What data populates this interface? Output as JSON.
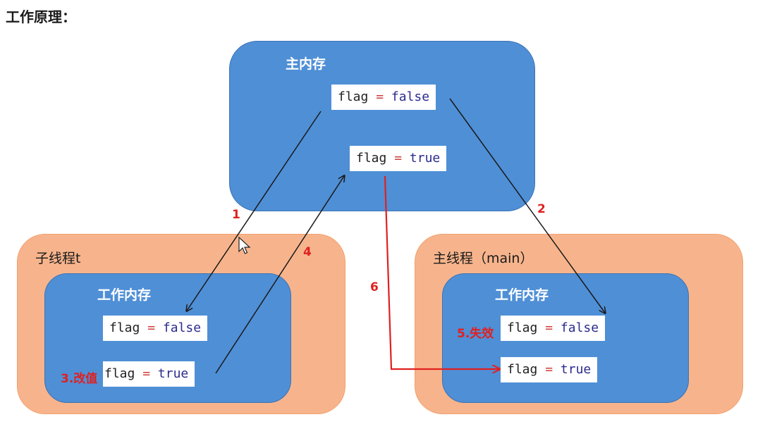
{
  "title": "工作原理：",
  "main_memory": {
    "label": "主内存",
    "var_false": {
      "name": "flag",
      "op": "=",
      "value": "false"
    },
    "var_true": {
      "name": "flag",
      "op": "=",
      "value": "true"
    }
  },
  "thread_t": {
    "label": "子线程t",
    "working_memory_label": "工作内存",
    "var_false": {
      "name": "flag",
      "op": "=",
      "value": "false"
    },
    "var_true": {
      "name": "flag",
      "op": "=",
      "value": "true"
    },
    "annotation": "3.改值"
  },
  "thread_main": {
    "label": "主线程（main）",
    "working_memory_label": "工作内存",
    "var_false": {
      "name": "flag",
      "op": "=",
      "value": "false"
    },
    "var_true": {
      "name": "flag",
      "op": "=",
      "value": "true"
    },
    "annotation": "5.失效"
  },
  "steps": {
    "s1": "1",
    "s2": "2",
    "s4": "4",
    "s6": "6"
  },
  "colors": {
    "blue": "#4f8fd6",
    "orange": "#f7b48c",
    "red": "#e02020"
  }
}
